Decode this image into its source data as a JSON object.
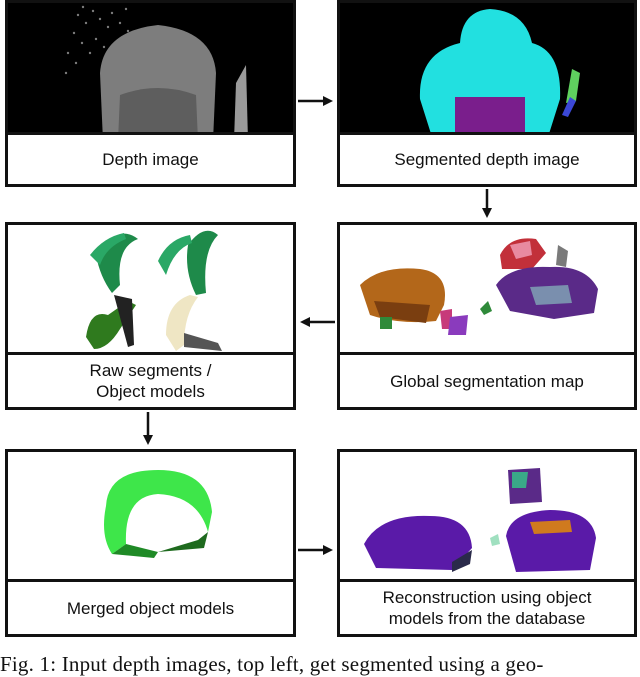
{
  "panels": {
    "depth": {
      "caption": "Depth image"
    },
    "segmented": {
      "caption": "Segmented depth image"
    },
    "raw": {
      "caption_line1": "Raw segments /",
      "caption_line2": "Object models"
    },
    "global": {
      "caption": "Global segmentation map"
    },
    "merged": {
      "caption": "Merged object models"
    },
    "recon": {
      "caption_line1": "Reconstruction using object",
      "caption_line2": "models from the database"
    }
  },
  "figure_caption": "Fig. 1: Input depth images, top left, get segmented using a geo-",
  "colors": {
    "border": "#111111",
    "segment_cyan": "#22e0e0",
    "segment_purple": "#7a1e8c",
    "model_green": "#3ee64a",
    "recon_purple": "#5a1aa8"
  }
}
